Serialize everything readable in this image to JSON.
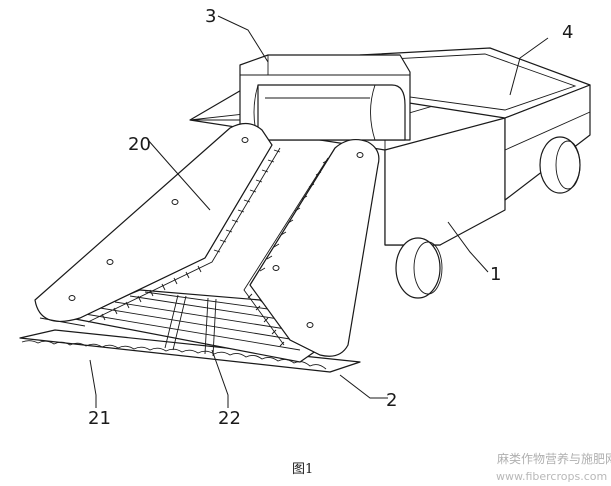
{
  "labels": {
    "part_1": "1",
    "part_2": "2",
    "part_3": "3",
    "part_4": "4",
    "part_20": "20",
    "part_21": "21",
    "part_22": "22"
  },
  "caption": "图1",
  "watermark": {
    "line1": "麻类作物营养与施肥网",
    "line2": "www.fibercrops.com"
  }
}
